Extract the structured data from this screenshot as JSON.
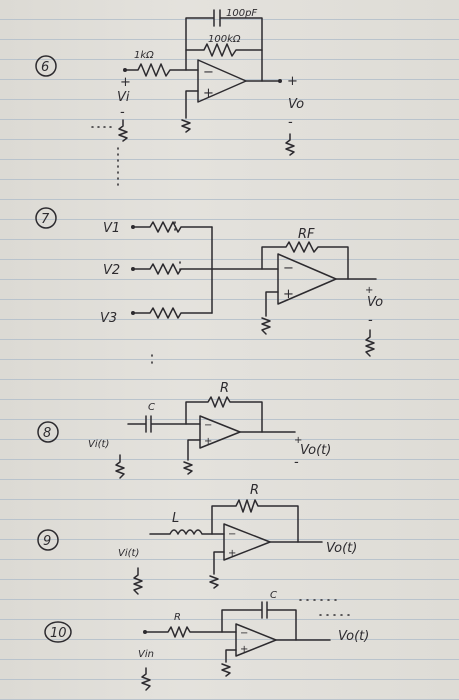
{
  "problems": [
    {
      "number": "6",
      "labels": {
        "cap": "100pF",
        "rf": "100kΩ",
        "rin": "1kΩ",
        "plus_in": "+",
        "vin": "Vi",
        "minus_in": "-",
        "plus_out": "+",
        "vout": "Vo",
        "minus_out": "-",
        "opamp_minus": "−",
        "opamp_plus": "+"
      }
    },
    {
      "number": "7",
      "labels": {
        "v1": "V1",
        "v2": "V2",
        "v3": "V3",
        "rf": "RF",
        "plus_out": "+",
        "vout": "Vo",
        "minus_out": "-",
        "opamp_minus": "−",
        "opamp_plus": "+"
      }
    },
    {
      "number": "8",
      "labels": {
        "rf": "R",
        "c": "C",
        "vin": "Vi(t)",
        "plus_out": "+",
        "vout": "Vo(t)",
        "minus_out": "-",
        "opamp_minus": "−",
        "opamp_plus": "+"
      }
    },
    {
      "number": "9",
      "labels": {
        "rf": "R",
        "l": "L",
        "vin": "Vi(t)",
        "vout": "Vo(t)",
        "opamp_minus": "−",
        "opamp_plus": "+"
      }
    },
    {
      "number": "10",
      "labels": {
        "c": "C",
        "r": "R",
        "vin": "Vin",
        "vout": "Vo(t)",
        "opamp_minus": "−",
        "opamp_plus": "+"
      }
    }
  ]
}
